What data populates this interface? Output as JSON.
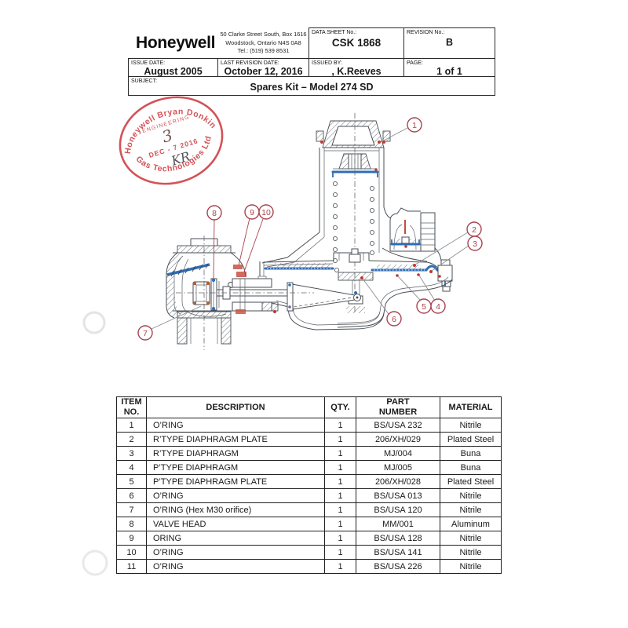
{
  "header": {
    "logo": "Honeywell",
    "address_line1": "50 Clarke Street South, Box 1616",
    "address_line2": "Woodstock, Ontario  N4S 0A8",
    "address_line3": "Tel.: (519) 539 8531",
    "data_sheet_label": "DATA SHEET No.:",
    "data_sheet_value": "CSK 1868",
    "revision_label": "REVISION No.:",
    "revision_value": "B",
    "issue_date_label": "ISSUE DATE:",
    "issue_date_value": "August 2005",
    "last_revision_label": "LAST REVISION DATE:",
    "last_revision_value": "October 12, 2016",
    "issued_by_label": "ISSUED BY:",
    "issued_by_value": ", K.Reeves",
    "page_label": "PAGE:",
    "page_value": "1 of 1",
    "subject_label": "SUBJECT:",
    "subject_value": "Spares Kit – Model 274 SD"
  },
  "stamp": {
    "arc_top": "Honeywell Bryan Donkin",
    "dept": "ENGINEERING",
    "handwritten_number": "3",
    "date": "DEC - 7 2016",
    "initials": "KR",
    "arc_bottom": "Gas Technologies Ltd",
    "color": "#cf4046"
  },
  "diagram": {
    "callouts": [
      {
        "number": "1"
      },
      {
        "number": "2"
      },
      {
        "number": "3"
      },
      {
        "number": "4"
      },
      {
        "number": "5"
      },
      {
        "number": "6"
      },
      {
        "number": "7"
      },
      {
        "number": "8"
      },
      {
        "number": "9"
      },
      {
        "number": "10"
      }
    ],
    "highlight_color": "#2e6db8",
    "callout_color": "#a84450"
  },
  "parts_table": {
    "header": {
      "item_line1": "ITEM",
      "item_line2": "NO.",
      "description": "DESCRIPTION",
      "qty": "QTY.",
      "part_line1": "PART",
      "part_line2": "NUMBER",
      "material": "MATERIAL"
    },
    "rows": [
      {
        "item": "1",
        "description": "O’RING",
        "qty": "1",
        "part": "BS/USA 232",
        "material": "Nitrile"
      },
      {
        "item": "2",
        "description": "R’TYPE DIAPHRAGM PLATE",
        "qty": "1",
        "part": "206/XH/029",
        "material": "Plated Steel"
      },
      {
        "item": "3",
        "description": "R’TYPE DIAPHRAGM",
        "qty": "1",
        "part": "MJ/004",
        "material": "Buna"
      },
      {
        "item": "4",
        "description": "P’TYPE DIAPHRAGM",
        "qty": "1",
        "part": "MJ/005",
        "material": "Buna"
      },
      {
        "item": "5",
        "description": "P’TYPE DIAPHRAGM PLATE",
        "qty": "1",
        "part": "206/XH/028",
        "material": "Plated Steel"
      },
      {
        "item": "6",
        "description": "O’RING",
        "qty": "1",
        "part": "BS/USA 013",
        "material": "Nitrile"
      },
      {
        "item": "7",
        "description": "O’RING (Hex M30 orifice)",
        "qty": "1",
        "part": "BS/USA 120",
        "material": "Nitrile"
      },
      {
        "item": "8",
        "description": "VALVE HEAD",
        "qty": "1",
        "part": "MM/001",
        "material": "Aluminum"
      },
      {
        "item": "9",
        "description": "ORING",
        "qty": "1",
        "part": "BS/USA 128",
        "material": "Nitrile"
      },
      {
        "item": "10",
        "description": "O’RING",
        "qty": "1",
        "part": "BS/USA 141",
        "material": "Nitrile"
      },
      {
        "item": "11",
        "description": "O’RING",
        "qty": "1",
        "part": "BS/USA 226",
        "material": "Nitrile"
      }
    ]
  }
}
